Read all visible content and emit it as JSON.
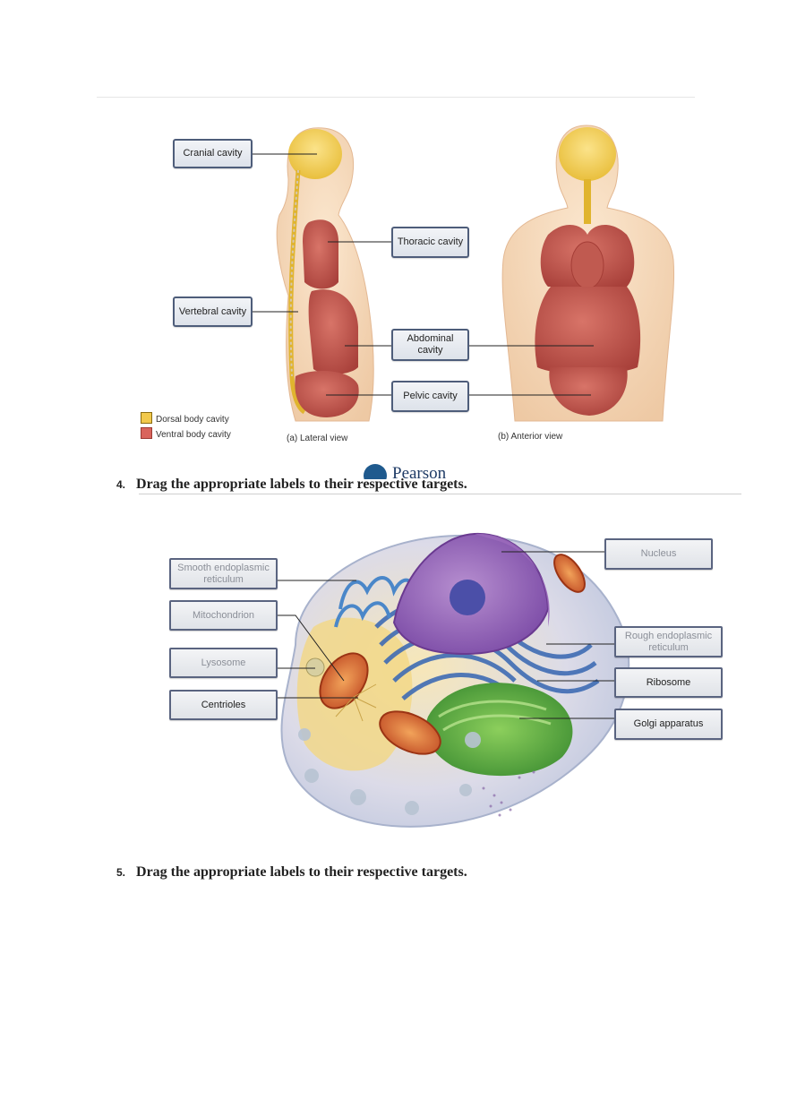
{
  "figure1": {
    "labels": {
      "cranial": "Cranial cavity",
      "thoracic": "Thoracic cavity",
      "vertebral": "Vertebral cavity",
      "abdominal": "Abdominal cavity",
      "pelvic": "Pelvic cavity"
    },
    "legend": {
      "dorsal": "Dorsal body cavity",
      "ventral": "Ventral body cavity",
      "dorsal_color": "#f2c94c",
      "ventral_color": "#d9645c"
    },
    "captions": {
      "lateral": "(a) Lateral view",
      "anterior": "(b) Anterior view"
    },
    "logo_text": "Pearson"
  },
  "question4": {
    "number": "4.",
    "text": "Drag the appropriate labels to their respective targets."
  },
  "figure2": {
    "labels": {
      "smooth_er": "Smooth endoplasmic reticulum",
      "mitochondrion": "Mitochondrion",
      "lysosome": "Lysosome",
      "centrioles": "Centrioles",
      "nucleus": "Nucleus",
      "rough_er": "Rough endoplasmic reticulum",
      "ribosome": "Ribosome",
      "golgi": "Golgi apparatus"
    }
  },
  "question5": {
    "number": "5.",
    "text": "Drag the appropriate labels to their respective targets."
  }
}
